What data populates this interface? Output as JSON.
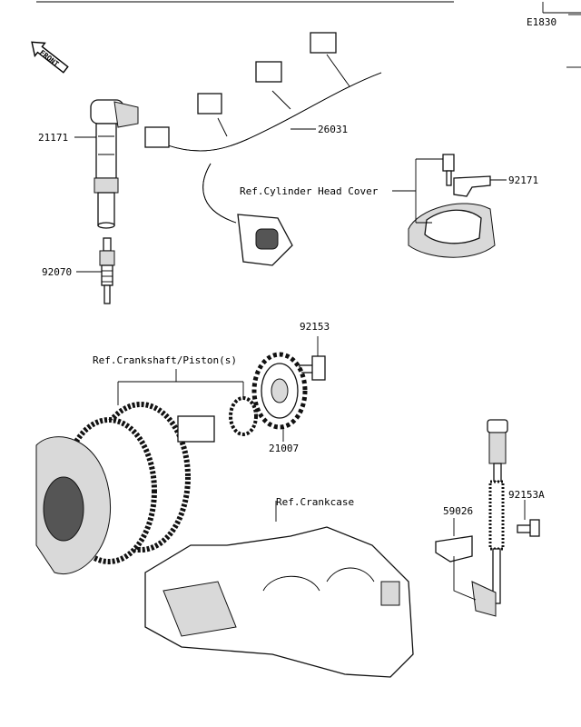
{
  "figure_code": "E1830",
  "front_label": "FRONT",
  "parts": {
    "p21171": "21171",
    "p92070": "92070",
    "p26031": "26031",
    "p92171": "92171",
    "p92153": "92153",
    "p21007": "21007",
    "p59026": "59026",
    "p92153A": "92153A"
  },
  "refs": {
    "cylinder_head_cover": "Ref.Cylinder Head Cover",
    "crankshaft_piston": "Ref.Crankshaft/Piston(s)",
    "crankcase": "Ref.Crankcase"
  }
}
